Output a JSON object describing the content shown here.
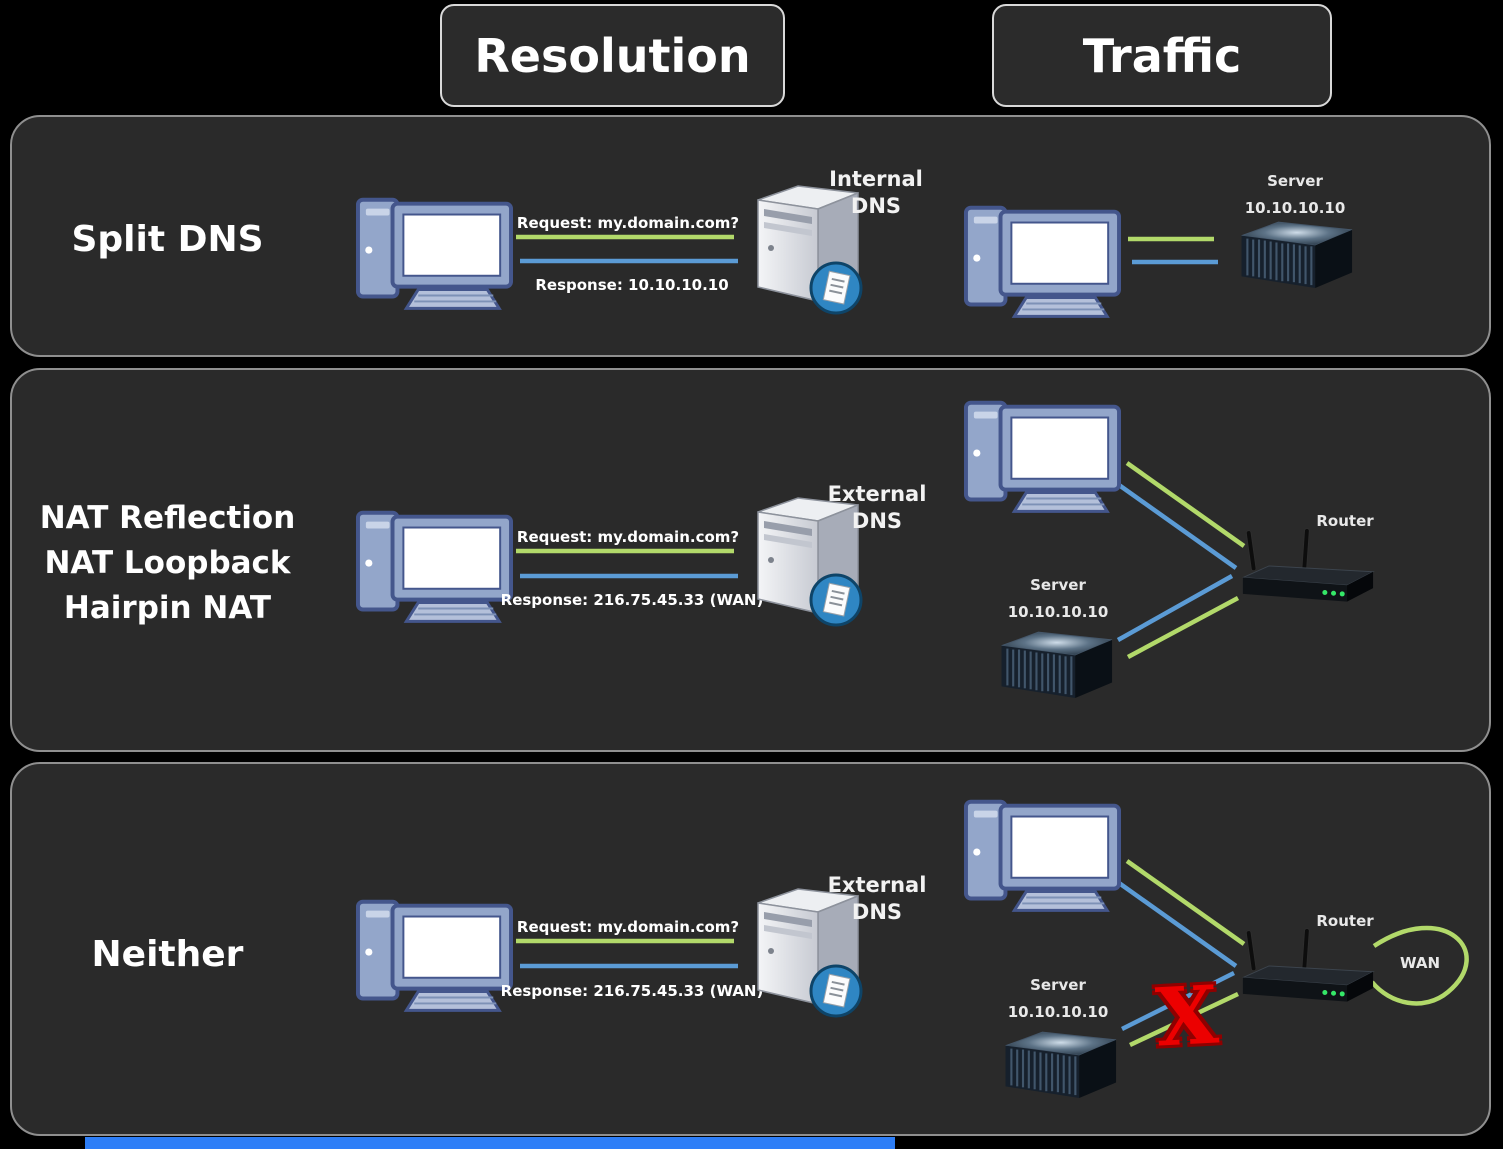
{
  "headers": {
    "resolution": "Resolution",
    "traffic": "Traffic"
  },
  "colors": {
    "request_arrow": "#b2d96a",
    "response_arrow": "#5b9bd5",
    "panel_background": "#2a2a2a",
    "page_background": "#000000",
    "blocked_x": "#ec0000",
    "bottom_bar": "#2d7ef7"
  },
  "icons": {
    "client": "computer-icon",
    "dns_server": "dns-server-icon",
    "rack_server": "rack-server-icon",
    "router": "router-icon",
    "wan_loop": "wan-loop-arrow",
    "blocked": "blocked-x-mark"
  },
  "rows": [
    {
      "title_lines": [
        "Split DNS"
      ],
      "resolution": {
        "request_label": "Request: my.domain.com?",
        "response_label": "Response: 10.10.10.10",
        "dns_name_lines": [
          "Internal",
          "DNS"
        ]
      },
      "traffic": {
        "server_label": "Server",
        "server_ip": "10.10.10.10"
      }
    },
    {
      "title_lines": [
        "NAT Reflection",
        "NAT Loopback",
        "Hairpin NAT"
      ],
      "resolution": {
        "request_label": "Request: my.domain.com?",
        "response_label": "Response: 216.75.45.33 (WAN)",
        "dns_name_lines": [
          "External",
          "DNS"
        ]
      },
      "traffic": {
        "router_label": "Router",
        "server_label": "Server",
        "server_ip": "10.10.10.10"
      }
    },
    {
      "title_lines": [
        "Neither"
      ],
      "resolution": {
        "request_label": "Request: my.domain.com?",
        "response_label": "Response: 216.75.45.33 (WAN)",
        "dns_name_lines": [
          "External",
          "DNS"
        ]
      },
      "traffic": {
        "router_label": "Router",
        "server_label": "Server",
        "server_ip": "10.10.10.10",
        "wan_label": "WAN",
        "blocked_mark": "X"
      }
    }
  ]
}
